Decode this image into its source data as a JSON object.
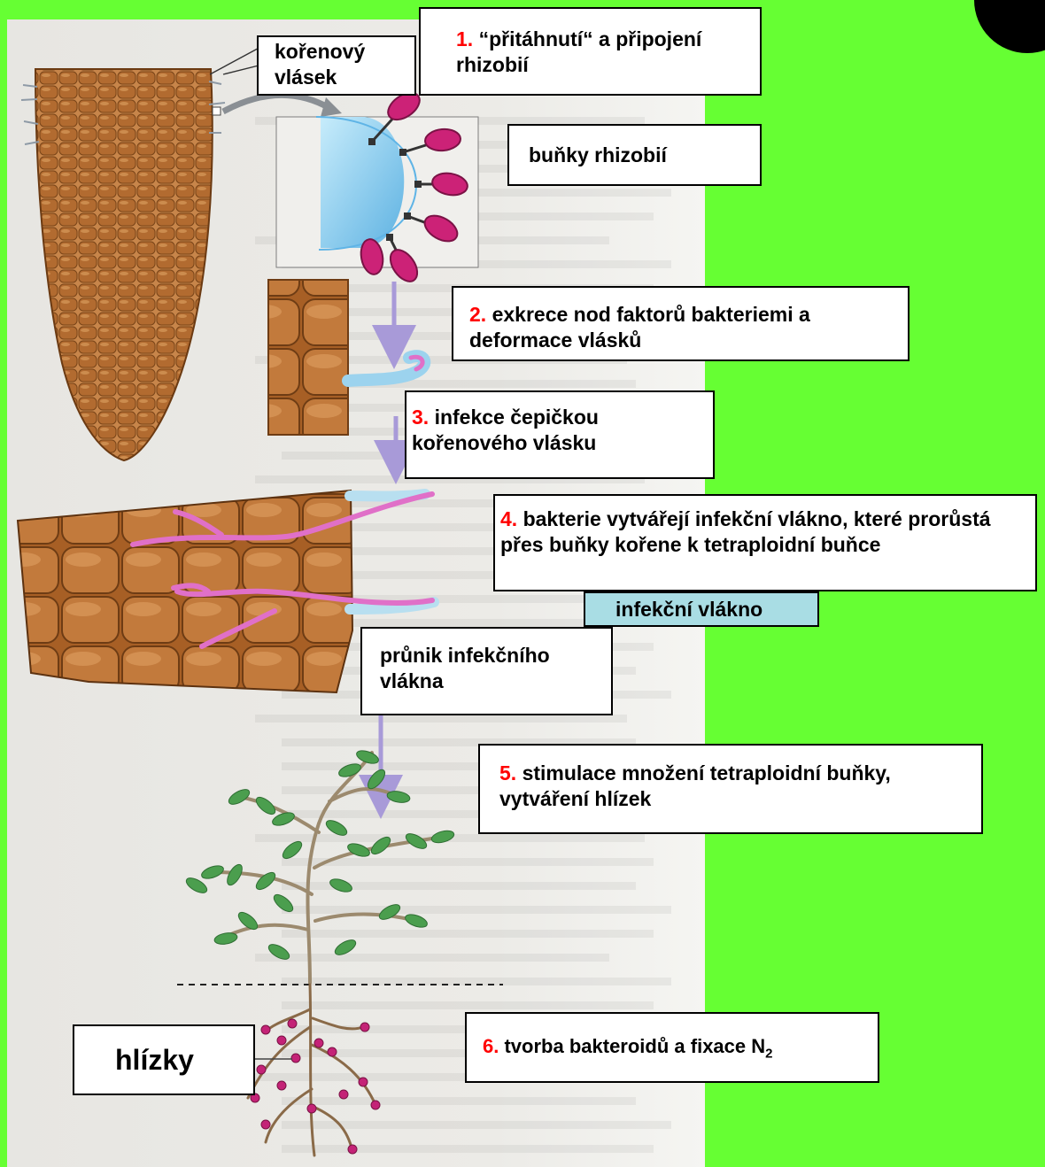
{
  "colors": {
    "background": "#66ff33",
    "step_number": "#ff0000",
    "rhizobium": "#cc2277",
    "root_tissue": "#b86b2c",
    "root_hair_bulge": "#7ec8ee",
    "infection_thread": "#e070c8",
    "arrow": "#a89ad8",
    "highlight_label": "#a9dde4"
  },
  "labels": {
    "root_hair": "kořenový vlásek",
    "rhizobia_cells": "buňky rhizobií",
    "infection_thread": "infekční vlákno",
    "thread_penetration": "průnik infekčního vlákna",
    "nodules": "hlízky"
  },
  "steps": [
    {
      "num": "1.",
      "text": "“přitáhnutí“ a připojení rhizobií"
    },
    {
      "num": "2.",
      "text": "exkrece nod faktorů bakteriemi a deformace vlásků"
    },
    {
      "num": "3.",
      "text": "infekce čepičkou kořenového vlásku"
    },
    {
      "num": "4.",
      "text": "bakterie vytvářejí infekční vlákno, které prorůstá přes buňky kořene k tetraploidní buňce"
    },
    {
      "num": "5.",
      "text": "stimulace množení tetraploidní buňky, vytváření hlízek"
    },
    {
      "num": "6.",
      "text": "tvorba bakteroidů a fixace N",
      "subscript": "2"
    }
  ],
  "icons": [
    "root-tip-icon",
    "rhizobium-cell-icon",
    "root-hair-curl-icon",
    "infection-thread-icon",
    "plant-icon",
    "nodule-icon",
    "down-arrow-icon"
  ]
}
